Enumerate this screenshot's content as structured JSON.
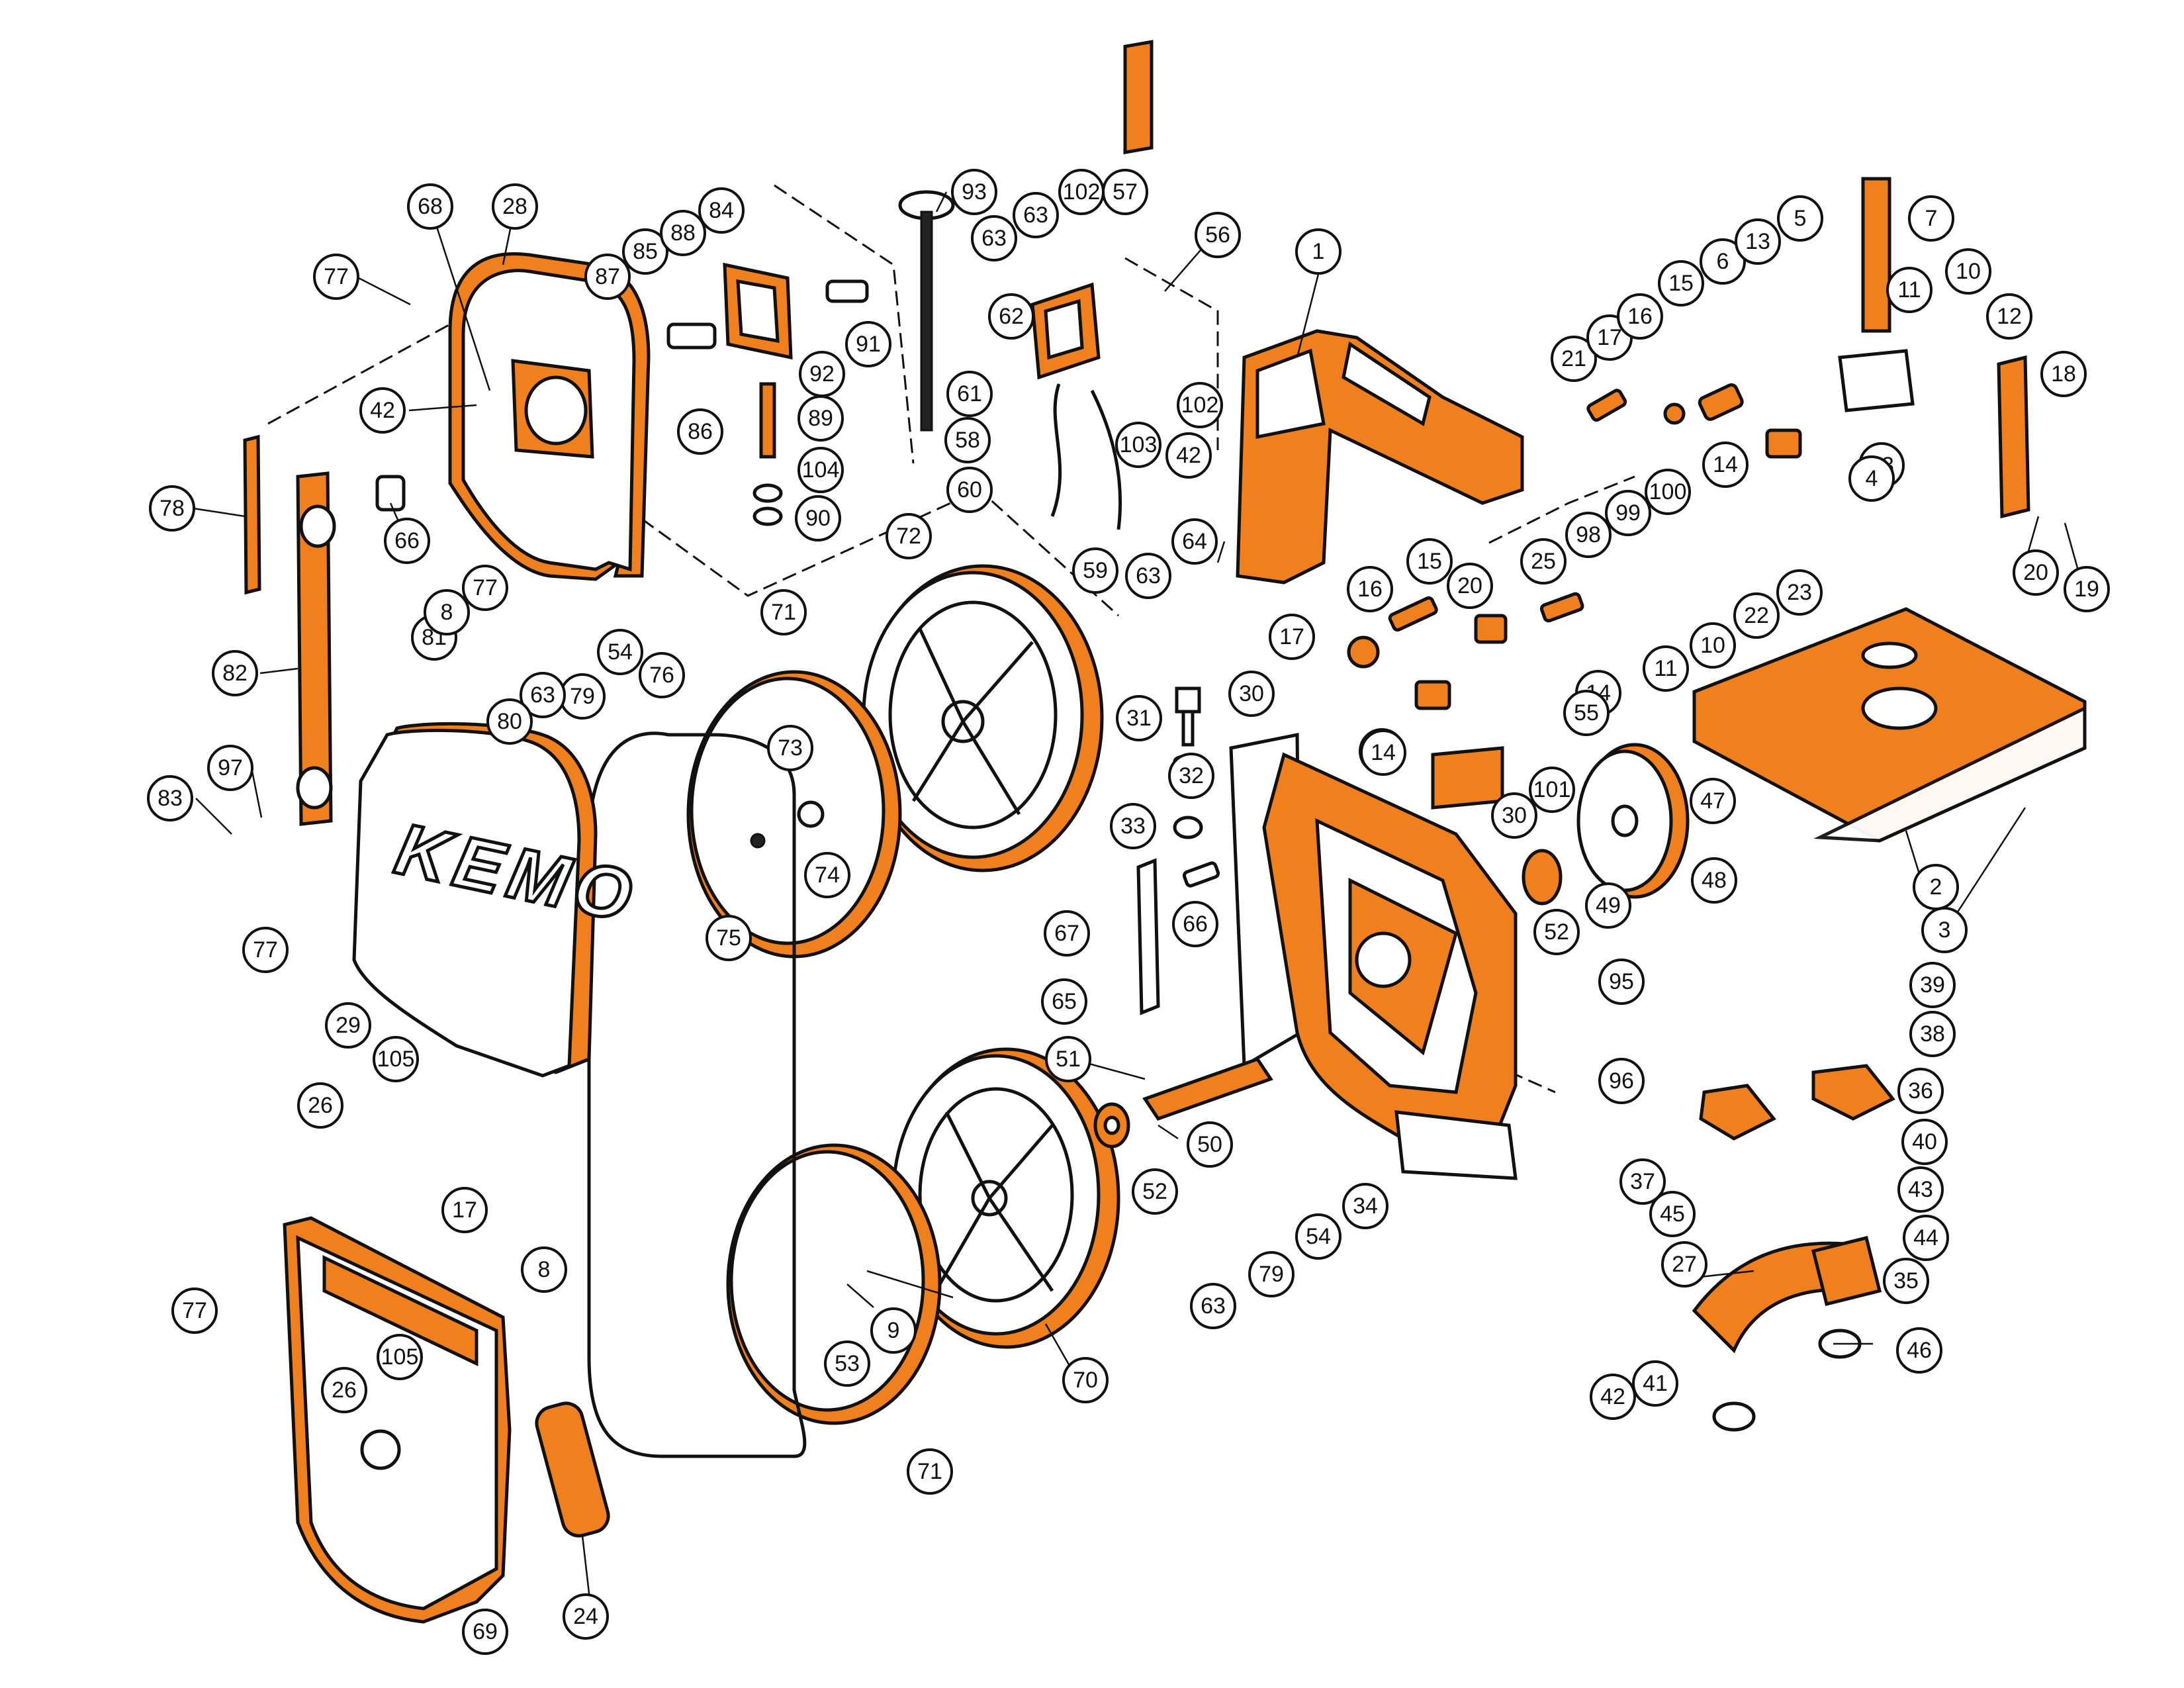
{
  "brand_text": "KEMO",
  "colors": {
    "accent": "#f07f1d",
    "ink": "#111111",
    "paper": "#ffffff"
  },
  "callouts": [
    {
      "label": "68"
    },
    {
      "label": "28"
    },
    {
      "label": "77"
    },
    {
      "label": "42"
    },
    {
      "label": "78"
    },
    {
      "label": "66"
    },
    {
      "label": "82"
    },
    {
      "label": "97"
    },
    {
      "label": "83"
    },
    {
      "label": "87"
    },
    {
      "label": "85"
    },
    {
      "label": "88"
    },
    {
      "label": "84"
    },
    {
      "label": "86"
    },
    {
      "label": "91"
    },
    {
      "label": "92"
    },
    {
      "label": "89"
    },
    {
      "label": "104"
    },
    {
      "label": "90"
    },
    {
      "label": "93"
    },
    {
      "label": "63"
    },
    {
      "label": "102"
    },
    {
      "label": "57"
    },
    {
      "label": "56"
    },
    {
      "label": "63"
    },
    {
      "label": "62"
    },
    {
      "label": "61"
    },
    {
      "label": "58"
    },
    {
      "label": "60"
    },
    {
      "label": "59"
    },
    {
      "label": "103"
    },
    {
      "label": "42"
    },
    {
      "label": "102"
    },
    {
      "label": "1"
    },
    {
      "label": "64"
    },
    {
      "label": "63"
    },
    {
      "label": "21"
    },
    {
      "label": "17"
    },
    {
      "label": "16"
    },
    {
      "label": "15"
    },
    {
      "label": "6"
    },
    {
      "label": "13"
    },
    {
      "label": "5"
    },
    {
      "label": "7"
    },
    {
      "label": "11"
    },
    {
      "label": "10"
    },
    {
      "label": "12"
    },
    {
      "label": "18"
    },
    {
      "label": "14"
    },
    {
      "label": "13"
    },
    {
      "label": "4"
    },
    {
      "label": "100"
    },
    {
      "label": "99"
    },
    {
      "label": "98"
    },
    {
      "label": "20"
    },
    {
      "label": "19"
    },
    {
      "label": "81"
    },
    {
      "label": "8"
    },
    {
      "label": "77"
    },
    {
      "label": "54"
    },
    {
      "label": "79"
    },
    {
      "label": "63"
    },
    {
      "label": "80"
    },
    {
      "label": "76"
    },
    {
      "label": "71"
    },
    {
      "label": "72"
    },
    {
      "label": "73"
    },
    {
      "label": "74"
    },
    {
      "label": "75"
    },
    {
      "label": "16"
    },
    {
      "label": "15"
    },
    {
      "label": "25"
    },
    {
      "label": "20"
    },
    {
      "label": "17"
    },
    {
      "label": "10"
    },
    {
      "label": "11"
    },
    {
      "label": "14"
    },
    {
      "label": "13"
    },
    {
      "label": "55"
    },
    {
      "label": "14"
    },
    {
      "label": "23"
    },
    {
      "label": "22"
    },
    {
      "label": "30"
    },
    {
      "label": "31"
    },
    {
      "label": "32"
    },
    {
      "label": "33"
    },
    {
      "label": "101"
    },
    {
      "label": "30"
    },
    {
      "label": "47"
    },
    {
      "label": "48"
    },
    {
      "label": "49"
    },
    {
      "label": "52"
    },
    {
      "label": "2"
    },
    {
      "label": "3"
    },
    {
      "label": "67"
    },
    {
      "label": "66"
    },
    {
      "label": "65"
    },
    {
      "label": "77"
    },
    {
      "label": "29"
    },
    {
      "label": "105"
    },
    {
      "label": "26"
    },
    {
      "label": "51"
    },
    {
      "label": "50"
    },
    {
      "label": "52"
    },
    {
      "label": "95"
    },
    {
      "label": "96"
    },
    {
      "label": "39"
    },
    {
      "label": "38"
    },
    {
      "label": "36"
    },
    {
      "label": "40"
    },
    {
      "label": "37"
    },
    {
      "label": "43"
    },
    {
      "label": "45"
    },
    {
      "label": "44"
    },
    {
      "label": "27"
    },
    {
      "label": "35"
    },
    {
      "label": "46"
    },
    {
      "label": "41"
    },
    {
      "label": "42"
    },
    {
      "label": "34"
    },
    {
      "label": "63"
    },
    {
      "label": "79"
    },
    {
      "label": "54"
    },
    {
      "label": "17"
    },
    {
      "label": "8"
    },
    {
      "label": "77"
    },
    {
      "label": "105"
    },
    {
      "label": "26"
    },
    {
      "label": "53"
    },
    {
      "label": "9"
    },
    {
      "label": "70"
    },
    {
      "label": "71"
    },
    {
      "label": "69"
    },
    {
      "label": "24"
    }
  ]
}
